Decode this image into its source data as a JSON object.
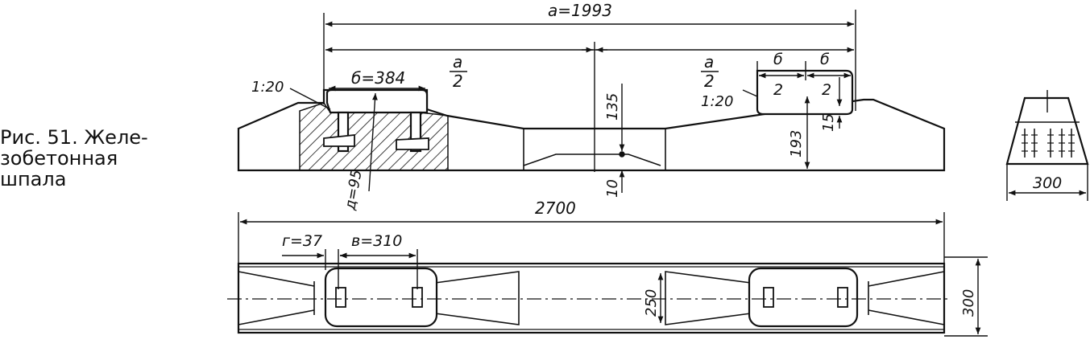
{
  "caption": {
    "line1": "Рис. 51.  Желе-",
    "line2": "зобетонная",
    "line3": "шпала"
  },
  "dimensions": {
    "a": "а=1993",
    "a_half_num": "а",
    "a_half_den": "2",
    "b": "б=384",
    "b_half_num": "б",
    "b_half_den": "2",
    "slope": "1:20",
    "d": "д=95",
    "h135": "135",
    "h10": "10",
    "h193": "193",
    "h15": "15",
    "length": "2700",
    "g": "г=37",
    "v": "в=310",
    "w250": "250",
    "w300_plan": "300",
    "w300_section": "300"
  },
  "colors": {
    "ink": "#111111",
    "paper": "#ffffff"
  }
}
